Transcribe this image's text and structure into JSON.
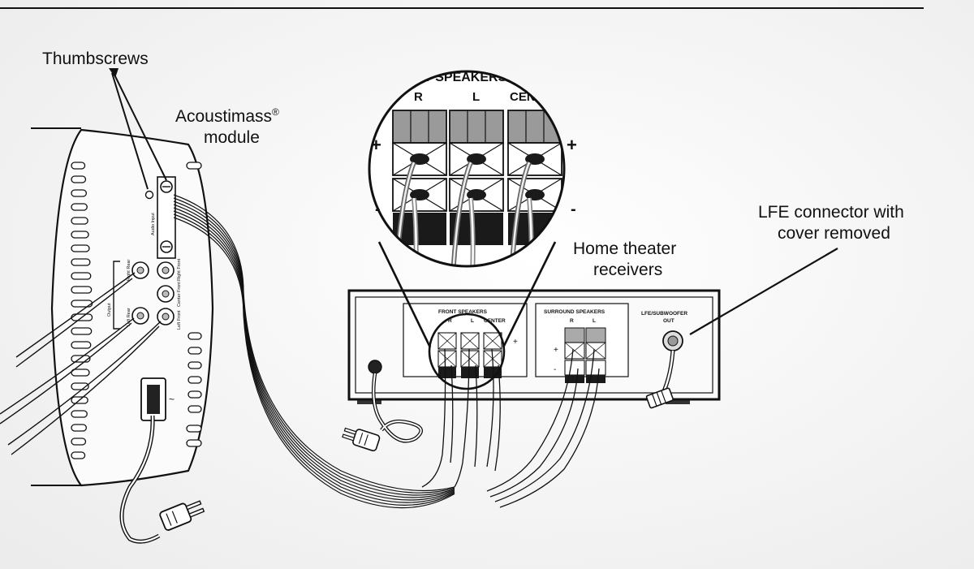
{
  "callouts": {
    "thumbscrews": "Thumbscrews",
    "module_line1": "Acoustimass",
    "module_reg": "®",
    "module_line2": "module",
    "receiver_line1": "Home theater",
    "receiver_line2": "receivers",
    "lfe_line1": "LFE connector with",
    "lfe_line2": "cover removed"
  },
  "zoom_panel": {
    "header": "ONT SPEAKERS",
    "channels": [
      "R",
      "L",
      "CENTER"
    ],
    "plus": "+",
    "minus": "-"
  },
  "receiver_panel": {
    "front_header": "FRONT SPEAKERS",
    "front_channels": [
      "R",
      "L",
      "CENTER"
    ],
    "surround_header": "SURROUND SPEAKERS",
    "surround_channels": [
      "R",
      "L"
    ],
    "lfe_line1": "LFE/SUBWOOFER",
    "lfe_line2": "OUT",
    "plus": "+",
    "minus": "-"
  },
  "module_panel": {
    "audio_input": "Audio Input",
    "output": "Output",
    "jacks": [
      "Right Rear",
      "Right Front",
      "Center Front",
      "Left Rear",
      "Left Front"
    ],
    "power_symbol": "~"
  },
  "colors": {
    "line": "#111111",
    "background": "#f3f3f3",
    "panel_gray": "#9a9a9a",
    "terminal_black": "#1a1a1a"
  }
}
